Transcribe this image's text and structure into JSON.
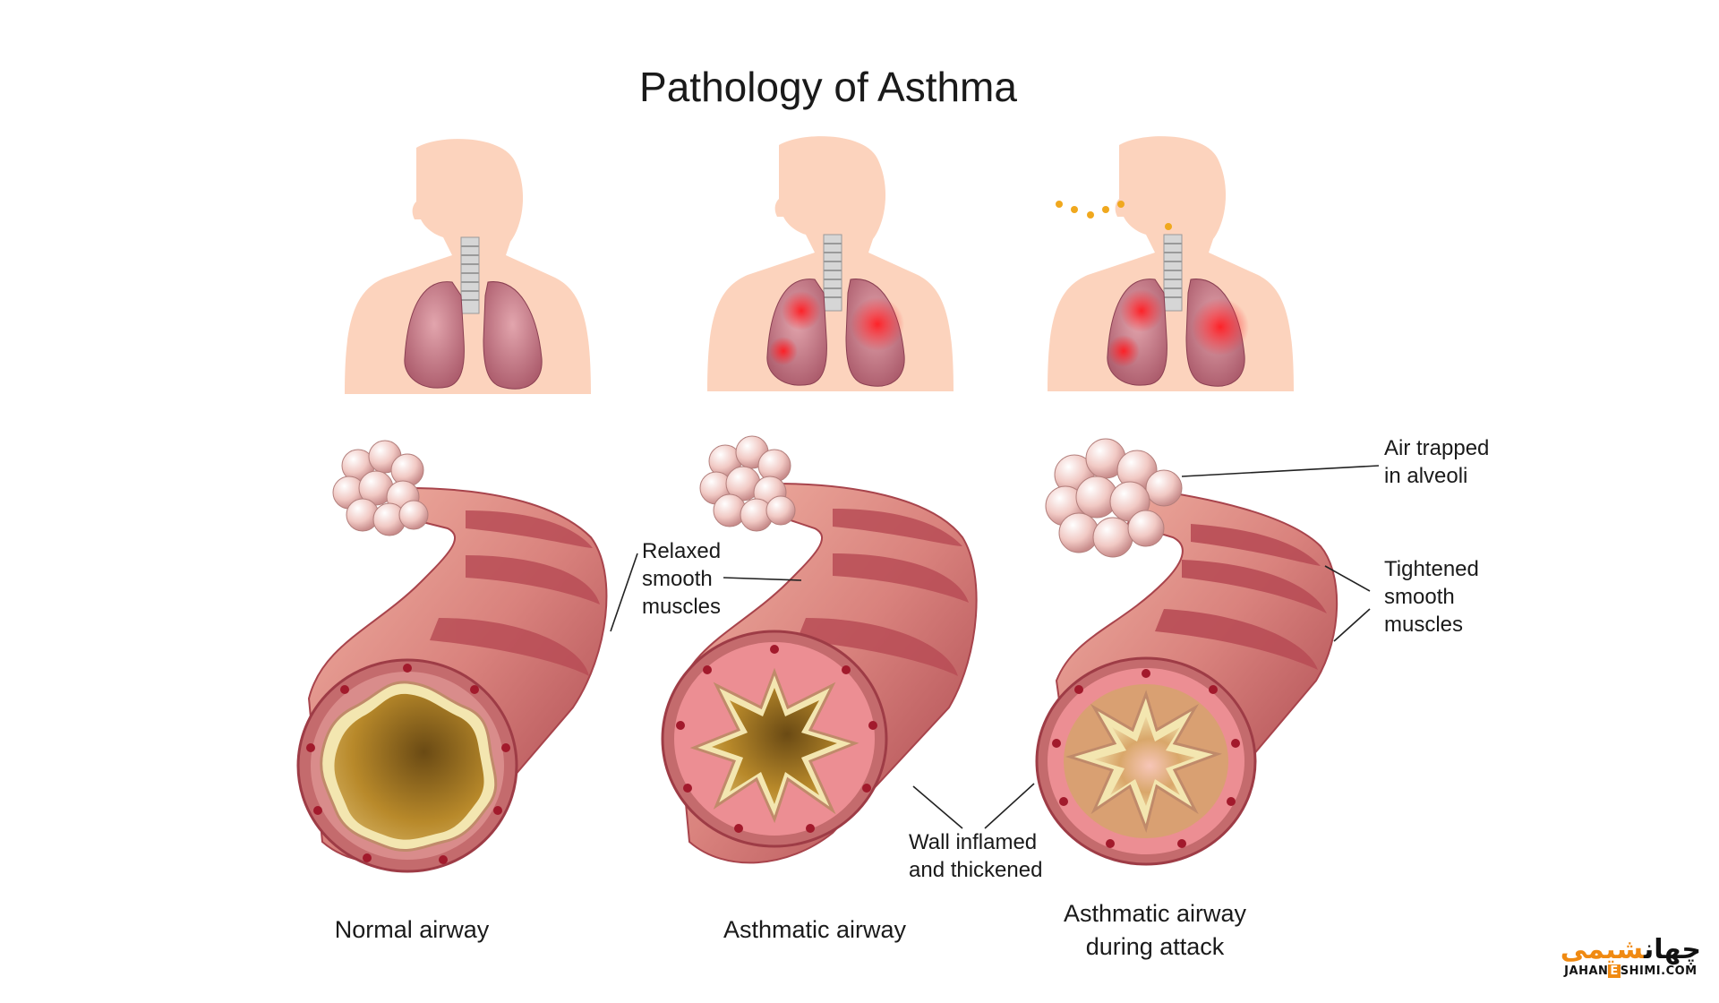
{
  "title": "Pathology of Asthma",
  "panels": [
    {
      "caption": "Normal airway",
      "lung_inflamed": false,
      "airway_state": "normal"
    },
    {
      "caption": "Asthmatic airway",
      "lung_inflamed": true,
      "airway_state": "inflamed"
    },
    {
      "caption": "Asthmatic airway\nduring attack",
      "lung_inflamed": true,
      "airway_state": "attack"
    }
  ],
  "annotations": {
    "relaxed": "Relaxed\nsmooth\nmuscles",
    "air_trapped": "Air trapped\nin alveoli",
    "tightened": "Tightened\nsmooth\nmuscles",
    "wall": "Wall inflamed\nand thickened"
  },
  "watermark": {
    "fa_main": "چهان",
    "fa_accent": "شیمی",
    "en_prefix": "JAHAN",
    "en_accent": "E",
    "en_suffix": "SHIMI.COM"
  },
  "colors": {
    "skin": "#fcd3bd",
    "lung": "#c97d8a",
    "inflammation": "#e8202a",
    "tube": "#d9827d",
    "tube_band": "#b94d56",
    "lumen": "#b8892a",
    "mucosa": "#f3e6b0",
    "accent": "#f08a12"
  }
}
